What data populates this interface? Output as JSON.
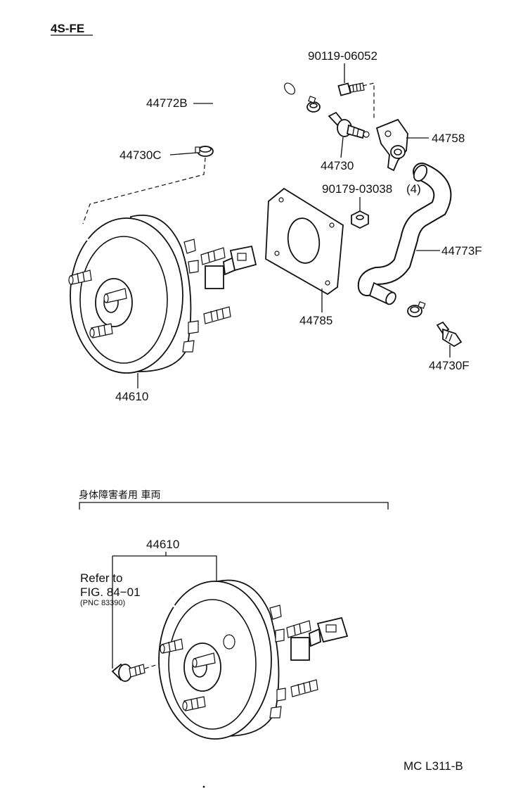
{
  "engine_label": "4S-FE",
  "parts": {
    "bolt_top": "90119-06052",
    "hose_upper": "44772B",
    "clamp_upper": "44730C",
    "check_valve": "44730",
    "bracket": "44758",
    "nut": "90179-03038",
    "nut_qty": "(4)",
    "gasket": "44785",
    "hose_lower": "44773F",
    "fitting": "44730F",
    "booster": "44610"
  },
  "variant": {
    "section_title": "身体障害者用  車両",
    "booster": "44610",
    "refer_line1": "Refer to",
    "refer_line2": "FIG. 84−01",
    "refer_line3": "(PNC 83390)"
  },
  "footer_code": "MC L311-B"
}
